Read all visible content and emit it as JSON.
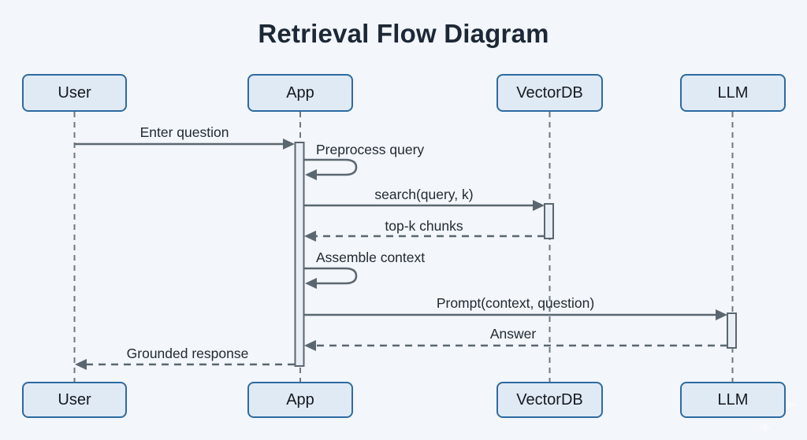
{
  "diagram": {
    "title": "Retrieval Flow Diagram",
    "type": "sequence-diagram",
    "colors": {
      "background": "#f3f6fa",
      "actor_box_fill": "#e0eaf5",
      "actor_box_border": "#2d6ba1",
      "arrow": "#5b6770",
      "lifeline": "#6d7884",
      "activation_fill": "#e9eef5",
      "title_text": "#1d2837",
      "label_text": "#212a33"
    },
    "actors": [
      {
        "name": "User"
      },
      {
        "name": "App"
      },
      {
        "name": "VectorDB"
      },
      {
        "name": "LLM"
      }
    ],
    "messages": [
      {
        "from": "User",
        "to": "App",
        "label": "Enter question",
        "style": "solid"
      },
      {
        "from": "App",
        "to": "App",
        "label": "Preprocess query",
        "style": "self"
      },
      {
        "from": "App",
        "to": "VectorDB",
        "label": "search(query, k)",
        "style": "solid"
      },
      {
        "from": "VectorDB",
        "to": "App",
        "label": "top-k chunks",
        "style": "dashed"
      },
      {
        "from": "App",
        "to": "App",
        "label": "Assemble context",
        "style": "self"
      },
      {
        "from": "App",
        "to": "LLM",
        "label": "Prompt(context, question)",
        "style": "solid"
      },
      {
        "from": "LLM",
        "to": "App",
        "label": "Answer",
        "style": "dashed"
      },
      {
        "from": "App",
        "to": "User",
        "label": "Grounded response",
        "style": "dashed"
      }
    ],
    "activations": [
      {
        "actor": "App",
        "note": "long activation spanning all messages"
      },
      {
        "actor": "VectorDB",
        "note": "short activation during search"
      },
      {
        "actor": "LLM",
        "note": "short activation during prompt"
      }
    ]
  }
}
